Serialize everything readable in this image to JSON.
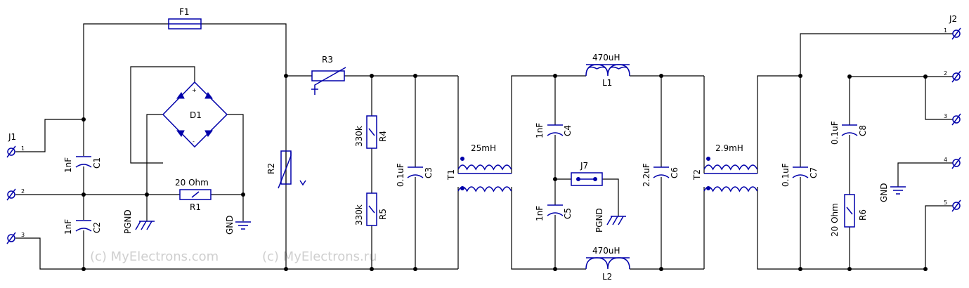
{
  "watermark": [
    "(c) MyElectrons.com",
    "(c) MyElectrons.ru"
  ],
  "components": {
    "J1": {
      "ref": "J1",
      "pins": [
        "1",
        "2",
        "3"
      ]
    },
    "F1": {
      "ref": "F1"
    },
    "D1": {
      "ref": "D1",
      "plus": "+",
      "minus": "-"
    },
    "C1": {
      "ref": "C1",
      "value": "1nF"
    },
    "C2": {
      "ref": "C2",
      "value": "1nF"
    },
    "R1": {
      "ref": "R1",
      "value": "20 Ohm"
    },
    "R2": {
      "ref": "R2"
    },
    "R3": {
      "ref": "R3"
    },
    "R4": {
      "ref": "R4",
      "value": "330k"
    },
    "R5": {
      "ref": "R5",
      "value": "330k"
    },
    "C3": {
      "ref": "C3",
      "value": "0.1uF"
    },
    "T1": {
      "ref": "T1",
      "value": "25mH"
    },
    "C4": {
      "ref": "C4",
      "value": "1nF"
    },
    "C5": {
      "ref": "C5",
      "value": "1nF"
    },
    "J7": {
      "ref": "J7"
    },
    "L1": {
      "ref": "L1",
      "value": "470uH"
    },
    "L2": {
      "ref": "L2",
      "value": "470uH"
    },
    "C6": {
      "ref": "C6",
      "value": "2.2uF"
    },
    "T2": {
      "ref": "T2",
      "value": "2.9mH"
    },
    "C7": {
      "ref": "C7",
      "value": "0.1uF"
    },
    "C8": {
      "ref": "C8",
      "value": "0.1uF"
    },
    "R6": {
      "ref": "R6",
      "value": "20 Ohm"
    },
    "J2": {
      "ref": "J2",
      "pins": [
        "1",
        "2",
        "3",
        "4",
        "5"
      ]
    }
  },
  "nets": {
    "pgnd": "PGND",
    "gnd": "GND"
  },
  "colors": {
    "wire": "#000000",
    "component": "#0000aa",
    "watermark": "#cfcfcf"
  }
}
